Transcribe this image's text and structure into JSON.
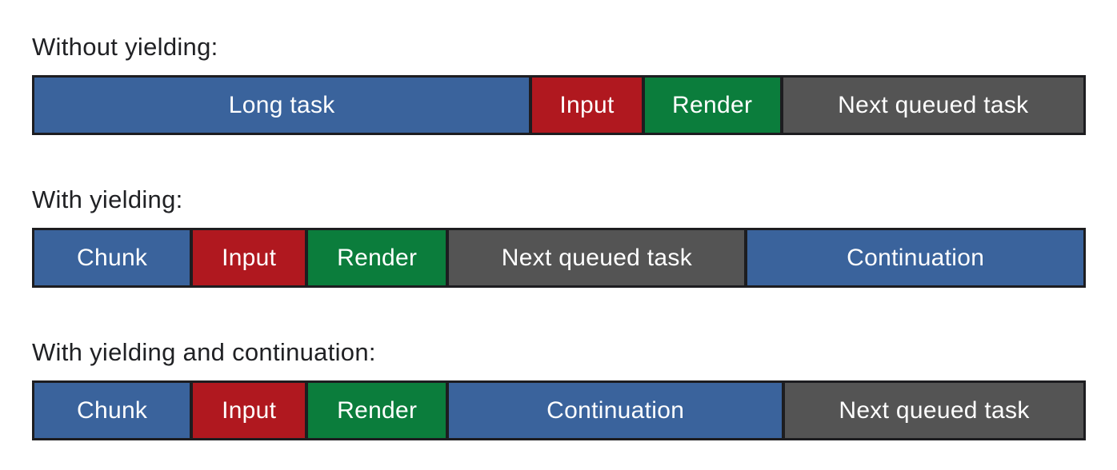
{
  "colors": {
    "task_blue": "#3a639c",
    "input_red": "#b0181f",
    "render_green": "#0b7d3c",
    "queued_gray": "#545454",
    "outline": "#1d1d20",
    "heading_text": "#202124",
    "segment_text": "#ffffff",
    "background": "#ffffff"
  },
  "rows": [
    {
      "label": "Without yielding:",
      "segments": [
        {
          "label": "Long task",
          "color_key": "task_blue",
          "width_pct": 47.6
        },
        {
          "label": "Input",
          "color_key": "input_red",
          "width_pct": 10.5
        },
        {
          "label": "Render",
          "color_key": "render_green",
          "width_pct": 13.0
        },
        {
          "label": "Next queued task",
          "color_key": "queued_gray",
          "width_pct": 28.9
        }
      ]
    },
    {
      "label": "With yielding:",
      "segments": [
        {
          "label": "Chunk",
          "color_key": "task_blue",
          "width_pct": 15.0
        },
        {
          "label": "Input",
          "color_key": "input_red",
          "width_pct": 10.8
        },
        {
          "label": "Render",
          "color_key": "render_green",
          "width_pct": 13.3
        },
        {
          "label": "Next queued task",
          "color_key": "queued_gray",
          "width_pct": 28.5
        },
        {
          "label": "Continuation",
          "color_key": "task_blue",
          "width_pct": 32.4
        }
      ]
    },
    {
      "label": "With yielding and continuation:",
      "segments": [
        {
          "label": "Chunk",
          "color_key": "task_blue",
          "width_pct": 15.0
        },
        {
          "label": "Input",
          "color_key": "input_red",
          "width_pct": 10.8
        },
        {
          "label": "Render",
          "color_key": "render_green",
          "width_pct": 13.3
        },
        {
          "label": "Continuation",
          "color_key": "task_blue",
          "width_pct": 32.1
        },
        {
          "label": "Next queued task",
          "color_key": "queued_gray",
          "width_pct": 28.8
        }
      ]
    }
  ]
}
